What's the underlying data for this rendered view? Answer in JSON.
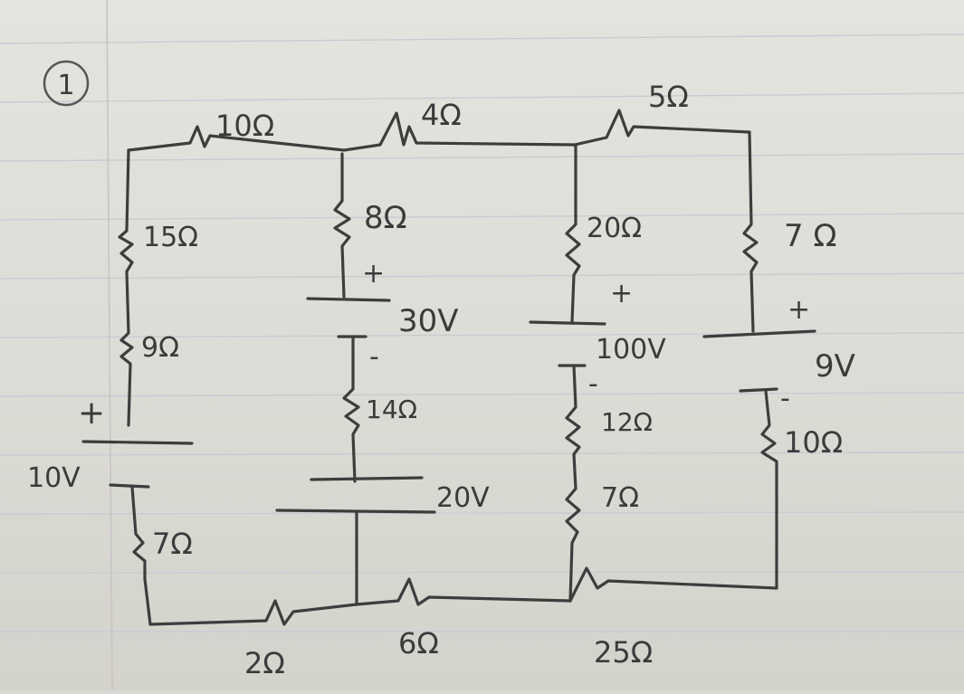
{
  "problem_number": "1",
  "resistors": {
    "r_top_left": "10Ω",
    "r_top_mid": "4Ω",
    "r_top_right": "5Ω",
    "r_left_upper": "15Ω",
    "r_left_mid": "9Ω",
    "r_left_lower": "7Ω",
    "r_branch2_upper": "8Ω",
    "r_branch2_lower": "14Ω",
    "r_branch3_upper": "20Ω",
    "r_branch3_mid": "12Ω",
    "r_branch3_lower": "7Ω",
    "r_right_upper": "7 Ω",
    "r_right_lower": "10Ω",
    "r_bottom_left": "2Ω",
    "r_bottom_mid": "6Ω",
    "r_bottom_right": "25Ω"
  },
  "sources": {
    "v_left": "10V",
    "v_branch2_upper": "30V",
    "v_branch2_lower": "20V",
    "v_branch3": "100V",
    "v_right": "9V"
  },
  "polarity": {
    "plus": "+",
    "minus": "-"
  }
}
